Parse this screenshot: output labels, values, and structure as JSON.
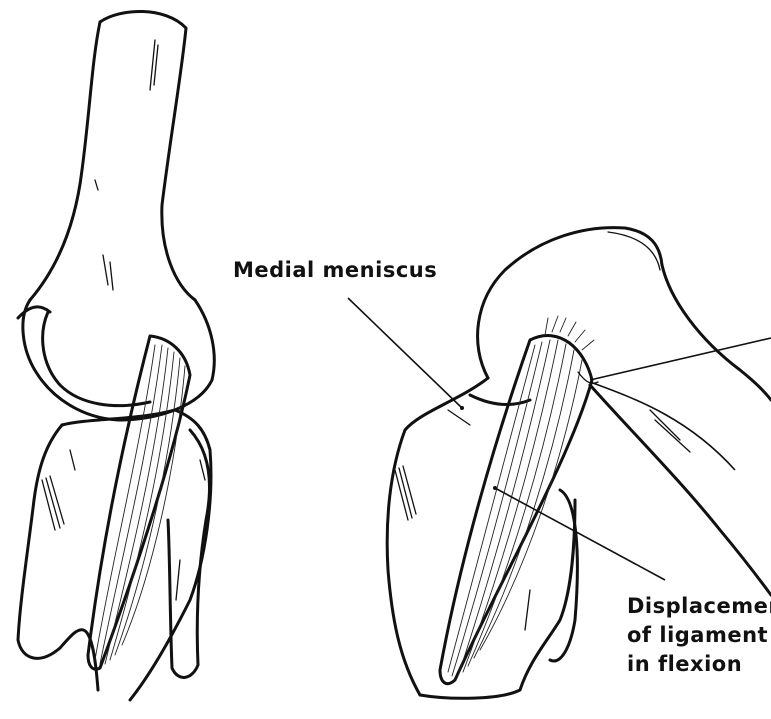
{
  "labels": {
    "medial_meniscus": "Medial meniscus",
    "displacement_line1": "Displacemen",
    "displacement_line2": "of ligament",
    "displacement_line3": "in flexion"
  },
  "colors": {
    "ink": "#111111",
    "background": "#ffffff"
  }
}
